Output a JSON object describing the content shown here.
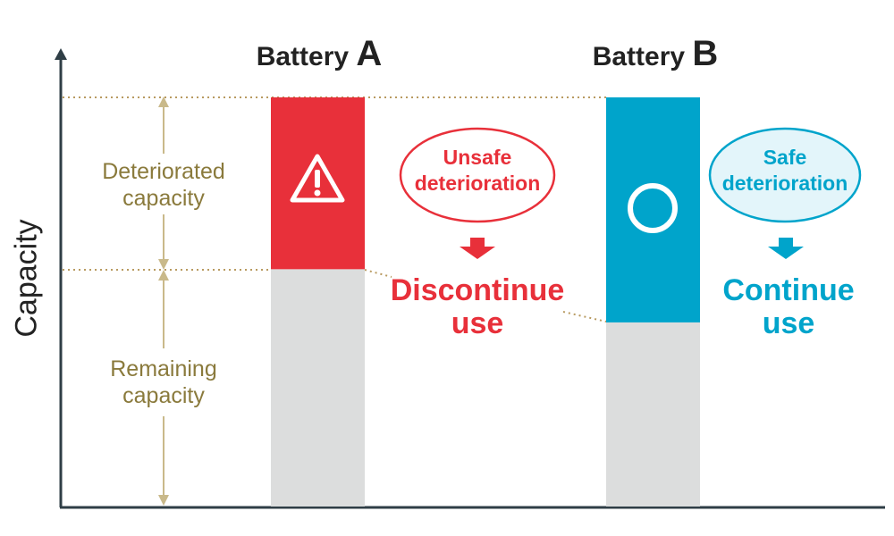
{
  "axis": {
    "ylabel": "Capacity"
  },
  "ranges": {
    "deteriorated": [
      "Deteriorated",
      "capacity"
    ],
    "remaining": [
      "Remaining",
      "capacity"
    ]
  },
  "batteries": [
    {
      "name": "Battery",
      "letter": "A",
      "total_capacity": 100,
      "remaining_capacity": 58,
      "deteriorated_color": "#e8303a",
      "remaining_color": "#dcdddd",
      "icon": "warning-triangle-icon",
      "bubble": [
        "Unsafe",
        "deterioration"
      ],
      "verdict": [
        "Discontinue",
        "use"
      ],
      "accent": "#e8303a"
    },
    {
      "name": "Battery",
      "letter": "B",
      "total_capacity": 100,
      "remaining_capacity": 45,
      "deteriorated_color": "#00a4cb",
      "remaining_color": "#dcdddd",
      "icon": "circle-ok-icon",
      "bubble": [
        "Safe",
        "deterioration"
      ],
      "verdict": [
        "Continue",
        "use"
      ],
      "accent": "#00a4cb"
    }
  ],
  "colors": {
    "axis": "#2f3e46",
    "range_text": "#8a7a3c",
    "range_arrow": "#c9b98a",
    "dotted_line": "#b89a60",
    "bubble_b_fill": "#e3f5fa"
  }
}
